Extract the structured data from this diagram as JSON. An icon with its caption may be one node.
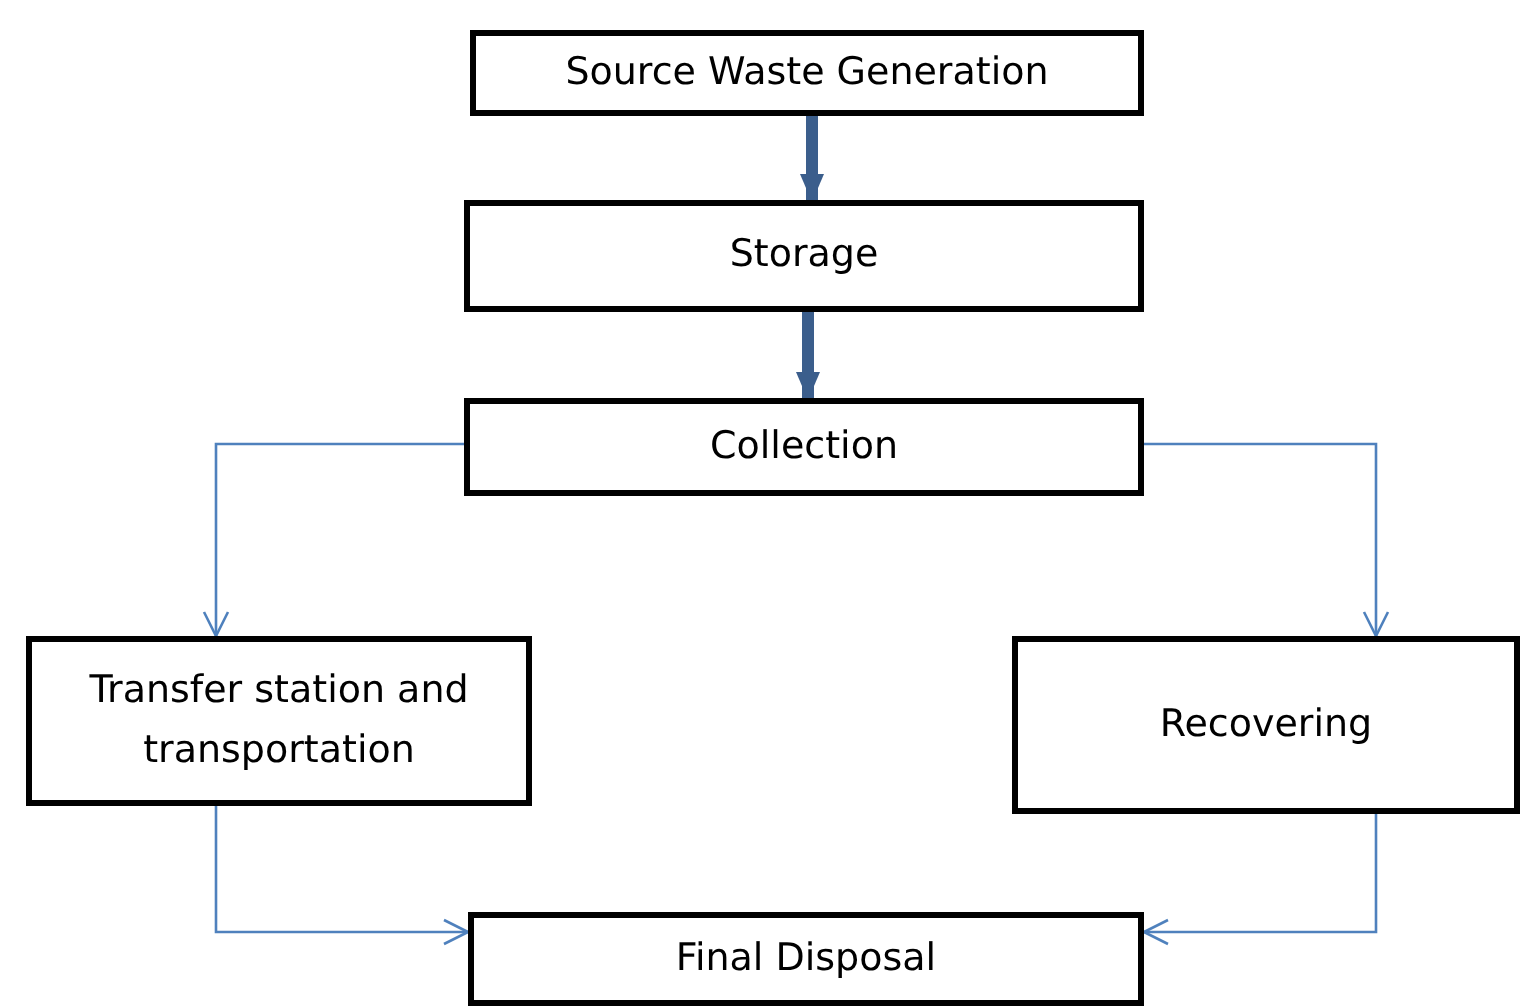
{
  "diagram": {
    "nodes": [
      {
        "text": [
          "Source Waste Generation"
        ]
      },
      {
        "text": [
          "Storage"
        ]
      },
      {
        "text": [
          "Collection"
        ]
      },
      {
        "text": [
          "Transfer station and transportation"
        ]
      },
      {
        "text": [
          "Recovering"
        ]
      },
      {
        "text": [
          "Final Disposal"
        ]
      }
    ],
    "edges": [
      {
        "from": 0,
        "to": 1,
        "arrow": "to",
        "style": "thick",
        "color": "#3b5e8c"
      },
      {
        "from": 1,
        "to": 2,
        "arrow": "to",
        "style": "thick",
        "color": "#3b5e8c"
      },
      {
        "from": 2,
        "to": 3,
        "arrow": "to"
      },
      {
        "from": 2,
        "to": 4,
        "arrow": "to"
      },
      {
        "from": 3,
        "to": 5,
        "arrow": "to"
      },
      {
        "from": 4,
        "to": 5,
        "arrow": "to"
      }
    ]
  }
}
